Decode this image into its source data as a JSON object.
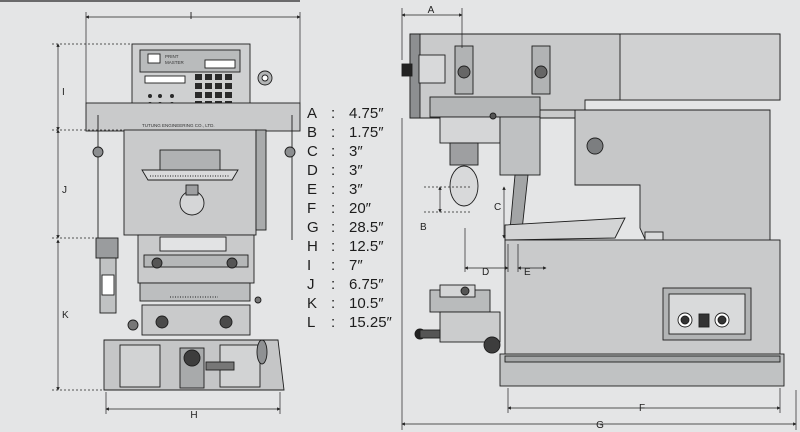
{
  "panel": {
    "brand_line1": "PRINT",
    "brand_line2": "MASTER",
    "maker": "TUTUNG ENGINEERING CO., LTD."
  },
  "dimension_labels": [
    "A",
    "B",
    "C",
    "D",
    "E",
    "F",
    "G",
    "H",
    "I",
    "J",
    "K",
    "L"
  ],
  "legend": [
    {
      "key": "A",
      "value": "4.75″"
    },
    {
      "key": "B",
      "value": "1.75″"
    },
    {
      "key": "C",
      "value": "3″"
    },
    {
      "key": "D",
      "value": "3″"
    },
    {
      "key": "E",
      "value": "3″"
    },
    {
      "key": "F",
      "value": "20″"
    },
    {
      "key": "G",
      "value": "28.5″"
    },
    {
      "key": "H",
      "value": "12.5″"
    },
    {
      "key": "I",
      "value": "7″"
    },
    {
      "key": "J",
      "value": "6.75″"
    },
    {
      "key": "K",
      "value": "10.5″"
    },
    {
      "key": "L",
      "value": "15.25″"
    }
  ],
  "legend_separator": ":",
  "colors": {
    "background": "#e4e5e6",
    "machine": "#c9cacb",
    "shade": "#9fa1a3",
    "line": "#1e1e1e"
  }
}
